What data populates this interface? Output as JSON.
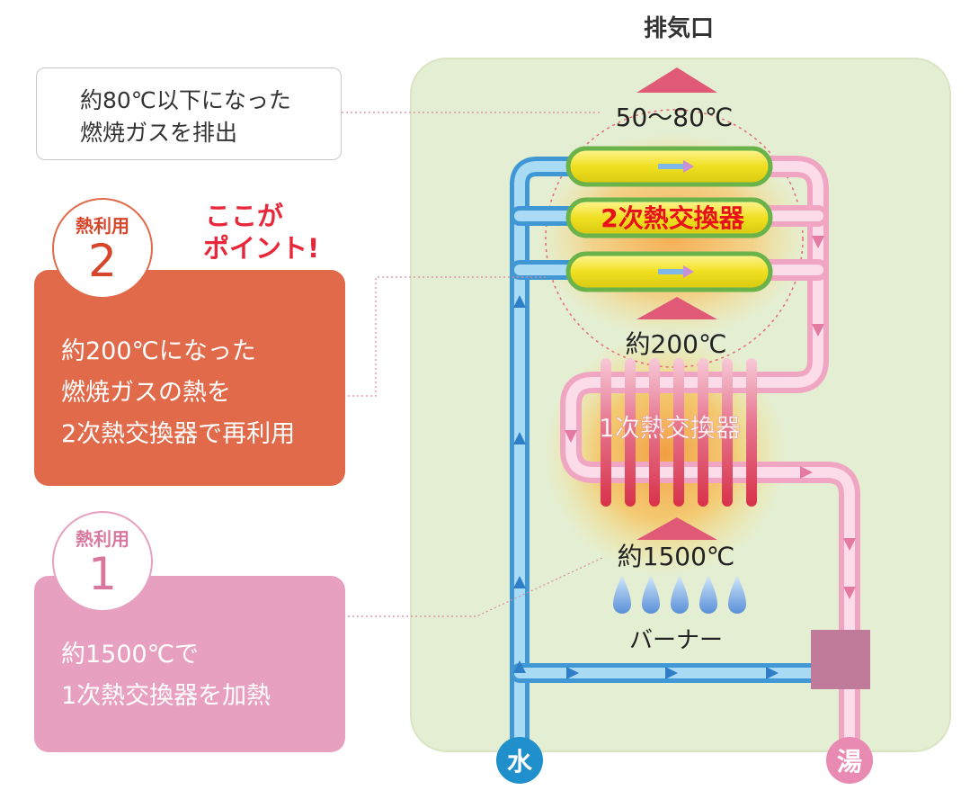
{
  "exhaust_label": "排気口",
  "exhaust_note": {
    "line1": "約80℃以下になった",
    "line2": "燃焼ガスを排出"
  },
  "point_label": {
    "line1": "ここが",
    "line2": "ポイント!"
  },
  "heat_use_2": {
    "badge_label": "熱利用",
    "badge_number": "2",
    "line1": "約200℃になった",
    "line2": "燃焼ガスの熱を",
    "line3": "2次熱交換器で再利用"
  },
  "heat_use_1": {
    "badge_label": "熱利用",
    "badge_number": "1",
    "line1": "約1500℃で",
    "line2": "1次熱交換器を加熱"
  },
  "temps": {
    "exhaust": "50〜80℃",
    "mid": "約200℃",
    "burner": "約1500℃"
  },
  "secondary_exchanger": "2次熱交換器",
  "primary_exchanger": "1次熱交換器",
  "burner_label": "バーナー",
  "water_label": "水",
  "hot_water_label": "湯",
  "colors": {
    "panel_bg": "#e4eed2",
    "water_pipe": "#5ab4e0",
    "hot_pipe": "#f3b2cc",
    "arrow_red": "#e05a78",
    "heat_orange": "#e16a4a",
    "heat_pink": "#e8a0c0"
  }
}
